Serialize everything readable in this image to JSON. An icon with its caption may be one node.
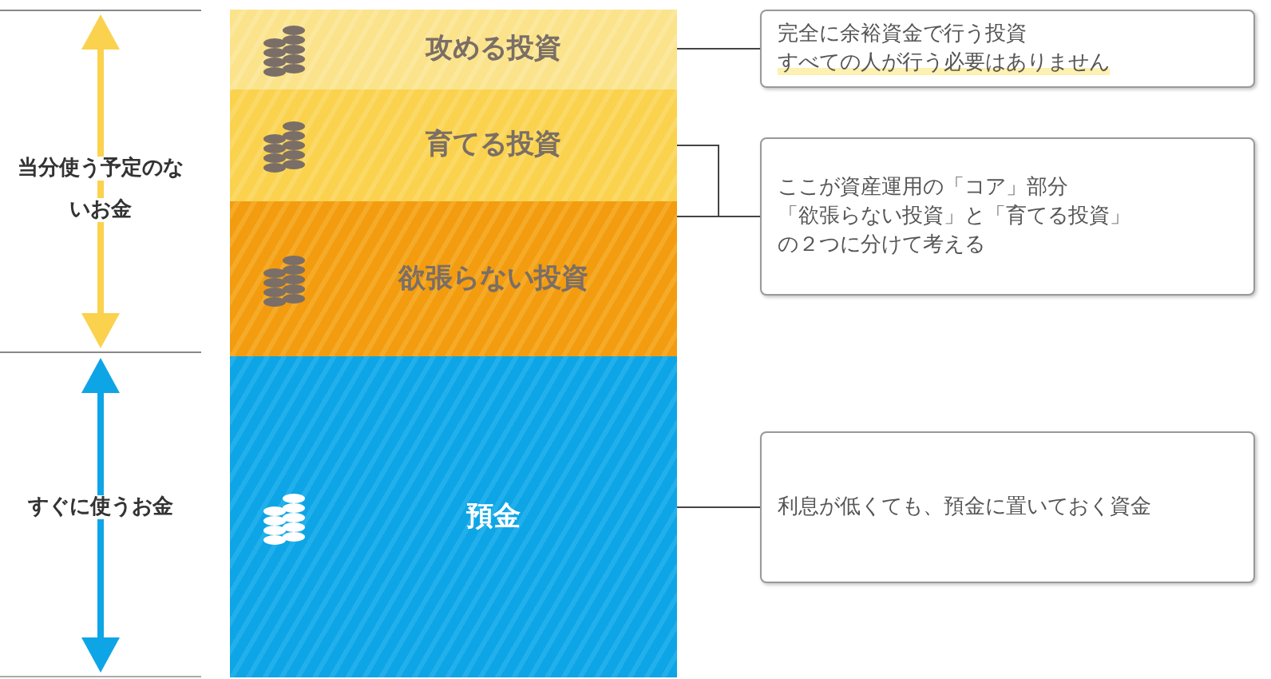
{
  "diagram": {
    "nodes": [
      {
        "text": [
          "攻める投資"
        ]
      },
      {
        "text": [
          "育てる投資"
        ]
      },
      {
        "text": [
          "欲張らない投資"
        ]
      },
      {
        "text": [
          "預金"
        ]
      },
      {
        "text": [
          "完全に余裕資金で行う投資",
          "すべての人が行う必要はありません"
        ]
      },
      {
        "text": [
          "ここが資産運用の「コア」部分",
          "「欲張らない投資」と「育てる投資」",
          "の２つに分けて考える"
        ]
      },
      {
        "text": [
          "利息が低くても、預金に置いておく資金"
        ]
      }
    ],
    "edges": [
      {
        "from": 0,
        "to": 4,
        "arrow": "none"
      },
      {
        "from": 1,
        "to": 5,
        "arrow": "none"
      },
      {
        "from": 2,
        "to": 5,
        "arrow": "none"
      },
      {
        "from": 3,
        "to": 6,
        "arrow": "none"
      }
    ],
    "labels": [
      "当分使う予定のないお金",
      "すぐに使うお金"
    ]
  }
}
